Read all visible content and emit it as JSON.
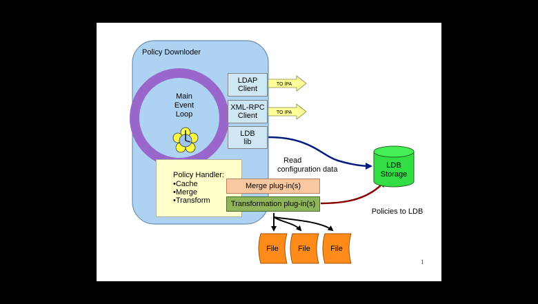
{
  "process": {
    "title": "Policy Downloder"
  },
  "event_loop": {
    "line1": "Main",
    "line2": "Event",
    "line3": "Loop"
  },
  "clients": {
    "ldap": {
      "line1": "LDAP",
      "line2": "Client"
    },
    "xmlrpc": {
      "line1": "XML-RPC",
      "line2": "Client"
    },
    "ldb": {
      "line1": "LDB",
      "line2": "lib"
    }
  },
  "arrows": {
    "to_ipa_1": "TO IPA",
    "to_ipa_2": "TO IPA"
  },
  "handler": {
    "title": "Policy Handler:",
    "items": [
      "•Cache",
      "•Merge",
      "•Transform"
    ]
  },
  "plugins": {
    "merge": "Merge plug-in(s)",
    "transform": "Transformation plug-in(s)"
  },
  "storage": {
    "line1": "LDB",
    "line2": "Storage"
  },
  "annotations": {
    "read_line1": "Read",
    "read_line2": "configuration data",
    "policies": "Policies to LDB"
  },
  "files": [
    "File",
    "File",
    "File"
  ],
  "page_number": "1",
  "colors": {
    "background": "#000000",
    "slide": "#ffffff",
    "process_fill": "#aed3f2",
    "process_border": "#6a8fb0",
    "ring": "#9966cc",
    "client_fill": "#cfe7f5",
    "handler_fill": "#ffffcc",
    "merge_fill": "#f9c8a0",
    "transform_fill": "#8fb55a",
    "storage_fill": "#33dd44",
    "file_fill": "#ff8c1a",
    "flower_fill": "#ffff44",
    "arrow_fill": "#ffff99",
    "navy_arrow": "#001a80",
    "red_arrow": "#8b0000"
  }
}
